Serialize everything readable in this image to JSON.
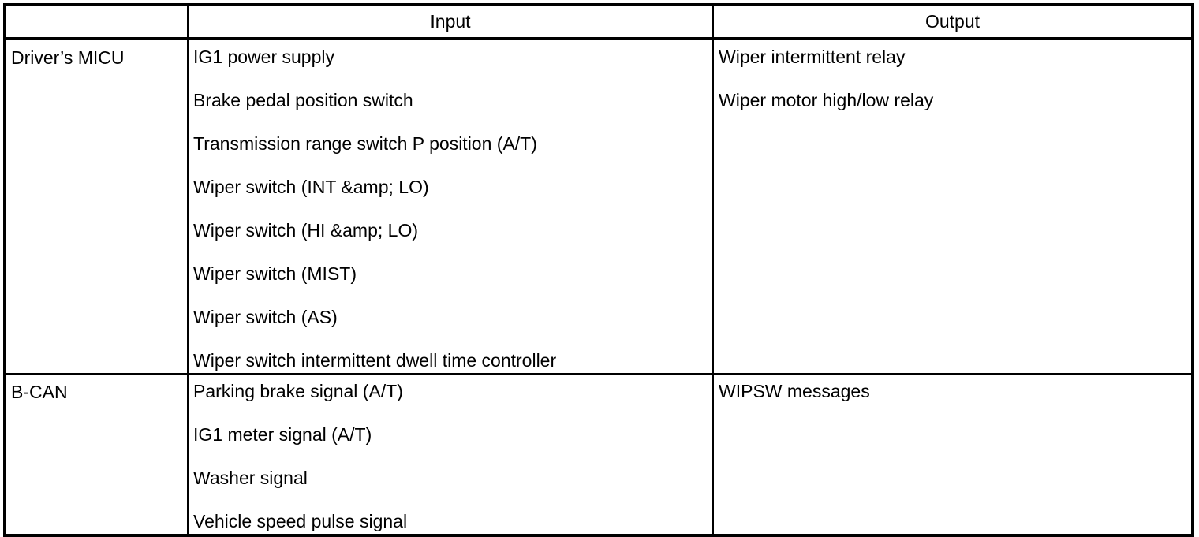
{
  "table": {
    "headers": {
      "corner": "",
      "input": "Input",
      "output": "Output"
    },
    "rows": [
      {
        "module": "Driver’s MICU",
        "inputs": [
          "IG1 power supply",
          "Brake pedal position switch",
          "Transmission range switch P position (A/T)",
          "Wiper switch (INT &amp; LO)",
          "Wiper switch (HI &amp; LO)",
          "Wiper switch (MIST)",
          "Wiper switch (AS)",
          "Wiper switch intermittent dwell time controller"
        ],
        "outputs": [
          "Wiper intermittent relay",
          "Wiper motor high/low relay"
        ]
      },
      {
        "module": "B-CAN",
        "inputs": [
          "Parking brake signal (A/T)",
          "IG1 meter signal (A/T)",
          "Washer signal",
          "Vehicle speed pulse signal"
        ],
        "outputs": [
          "WIPSW messages"
        ]
      }
    ]
  },
  "colors": {
    "border": "#000000",
    "text": "#000000",
    "background": "#ffffff"
  }
}
